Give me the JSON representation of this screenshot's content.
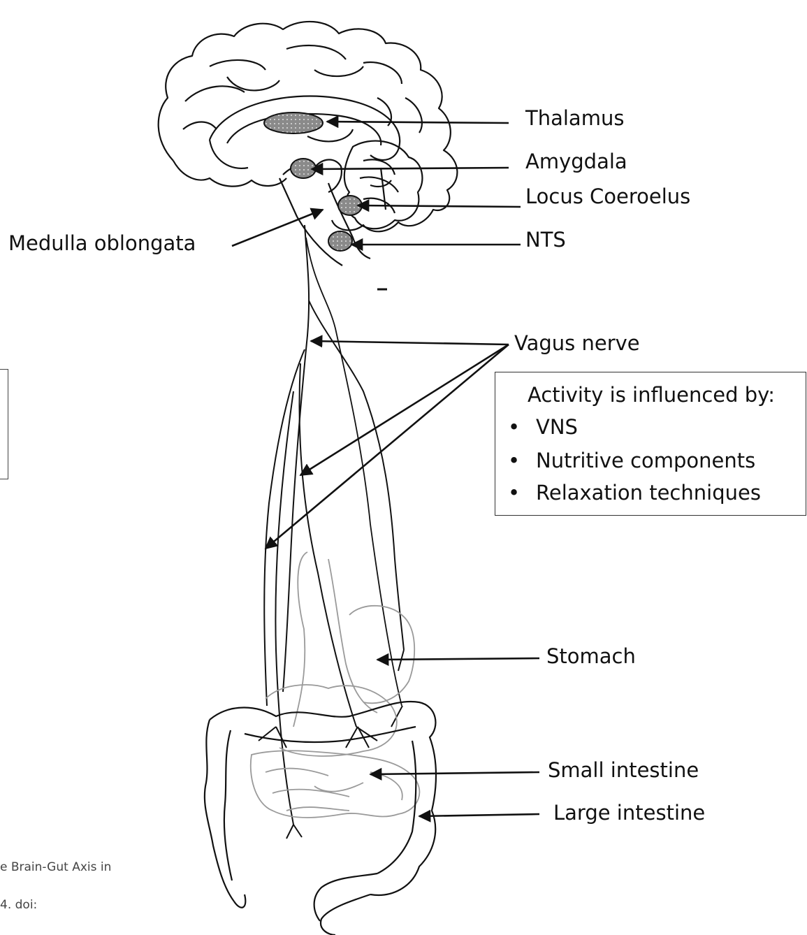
{
  "labels": {
    "thalamus": "Thalamus",
    "amygdala": "Amygdala",
    "locus": "Locus Coeroelus",
    "nts": "NTS",
    "medulla": "Medulla oblongata",
    "vagus": "Vagus nerve",
    "stomach": "Stomach",
    "small_intestine": "Small intestine",
    "large_intestine": "Large intestine"
  },
  "info_box": {
    "heading": "Activity is influenced by:",
    "bullet_char": "•",
    "items": [
      "VNS",
      "Nutritive components",
      "Relaxation techniques"
    ]
  },
  "caption": {
    "line1": "e Brain-Gut Axis in",
    "line2": "4. doi:"
  },
  "colors": {
    "ink": "#111111",
    "nucleus_fill": "#8a8a8a",
    "gut_outline": "#9a9a9a"
  }
}
